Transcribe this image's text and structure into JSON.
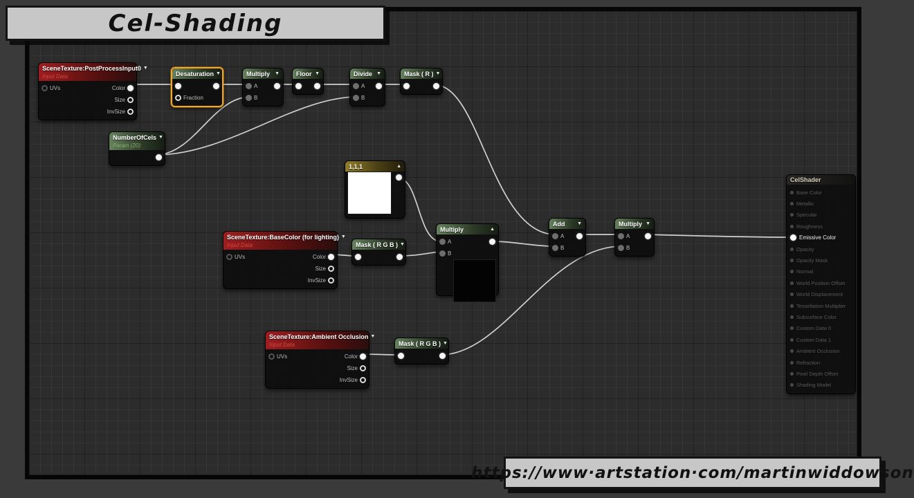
{
  "title": "Cel-Shading",
  "url": "https://www·artstation·com/martinwiddowson",
  "icons": {
    "caret_down": "▼",
    "caret_up": "▲"
  },
  "colors": {
    "selection_accent": "#f5a623",
    "header_red": "#9e1d20",
    "header_green": "#66825d",
    "header_olive": "#927e27",
    "wire": "#d9d9d9",
    "banner_bg": "#c7c7c7"
  },
  "nodes": {
    "postprocess": {
      "title": "SceneTexture:PostProcessInput0",
      "subtitle": "Input Data",
      "pin_uvs": "UVs",
      "pin_color": "Color",
      "pin_size": "Size",
      "pin_invsize": "InvSize"
    },
    "desaturation": {
      "title": "Desaturation",
      "pin_fraction": "Fraction"
    },
    "multiply1": {
      "title": "Multiply",
      "pin_a": "A",
      "pin_b": "B"
    },
    "floor": {
      "title": "Floor"
    },
    "divide": {
      "title": "Divide",
      "pin_a": "A",
      "pin_b": "B"
    },
    "mask_r": {
      "title": "Mask ( R )"
    },
    "numberofcels": {
      "title": "NumberOfCels",
      "subtitle": "Param (20)"
    },
    "const111": {
      "title": "1,1,1"
    },
    "basecolor": {
      "title": "SceneTexture:BaseColor (for lighting)",
      "subtitle": "Input Data",
      "pin_uvs": "UVs",
      "pin_color": "Color",
      "pin_size": "Size",
      "pin_invsize": "InvSize"
    },
    "mask_rgb1": {
      "title": "Mask ( R G B )"
    },
    "multiply_preview": {
      "title": "Multiply",
      "pin_a": "A",
      "pin_b": "B"
    },
    "add": {
      "title": "Add",
      "pin_a": "A",
      "pin_b": "B"
    },
    "multiply2": {
      "title": "Multiply",
      "pin_a": "A",
      "pin_b": "B"
    },
    "ambient_occlusion": {
      "title": "SceneTexture:Ambient Occlusion",
      "subtitle": "Input Data",
      "pin_uvs": "UVs",
      "pin_color": "Color",
      "pin_size": "Size",
      "pin_invsize": "InvSize"
    },
    "mask_rgb2": {
      "title": "Mask ( R G B )"
    },
    "celshader": {
      "title": "CelShader",
      "pins": [
        {
          "label": "Base Color",
          "active": false
        },
        {
          "label": "Metallic",
          "active": false
        },
        {
          "label": "Specular",
          "active": false
        },
        {
          "label": "Roughness",
          "active": false
        },
        {
          "label": "Emissive Color",
          "active": true
        },
        {
          "label": "Opacity",
          "active": false
        },
        {
          "label": "Opacity Mask",
          "active": false
        },
        {
          "label": "Normal",
          "active": false
        },
        {
          "label": "World Position Offset",
          "active": false
        },
        {
          "label": "World Displacement",
          "active": false
        },
        {
          "label": "Tessellation Multiplier",
          "active": false
        },
        {
          "label": "Subsurface Color",
          "active": false
        },
        {
          "label": "Custom Data 0",
          "active": false
        },
        {
          "label": "Custom Data 1",
          "active": false
        },
        {
          "label": "Ambient Occlusion",
          "active": false
        },
        {
          "label": "Refraction",
          "active": false
        },
        {
          "label": "Pixel Depth Offset",
          "active": false
        },
        {
          "label": "Shading Model",
          "active": false
        }
      ]
    }
  }
}
